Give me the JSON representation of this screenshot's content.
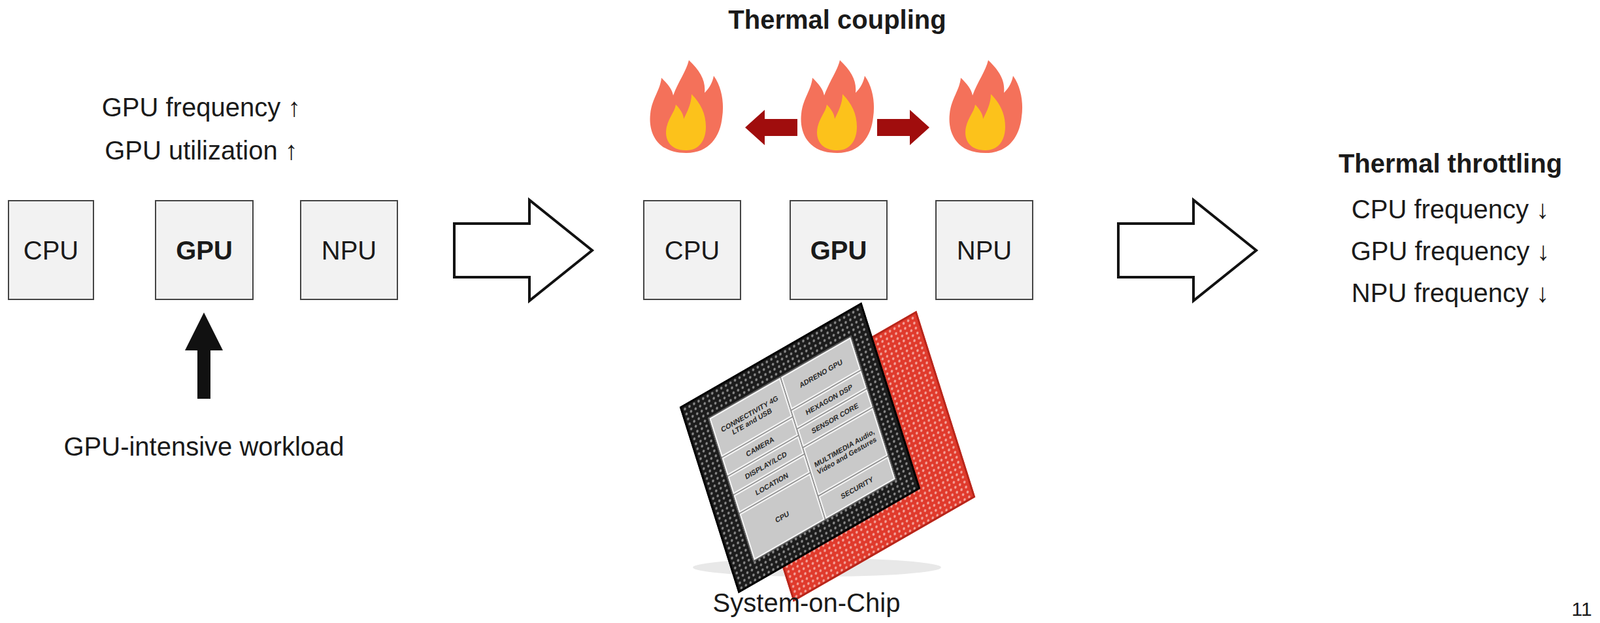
{
  "diagram": {
    "nodes": [
      {
        "text": [
          "CPU"
        ]
      },
      {
        "text": [
          "GPU"
        ]
      },
      {
        "text": [
          "NPU"
        ]
      },
      {
        "text": [
          "CPU"
        ]
      },
      {
        "text": [
          "GPU"
        ]
      },
      {
        "text": [
          "NPU"
        ]
      }
    ],
    "labels": [
      "Thermal coupling",
      "GPU frequency ↑",
      "GPU utilization ↑",
      "GPU-intensive workload",
      "CONNECTIVITY 4G LTE and USB",
      "ADRENO GPU",
      "CAMERA",
      "HEXAGON DSP",
      "DISPLAY/LCD",
      "SENSOR CORE",
      "LOCATION",
      "MULTIMEDIA Audio, Video and Gestures",
      "CPU",
      "SECURITY",
      "System-on-Chip",
      "Thermal throttling",
      "CPU frequency ↓",
      "GPU frequency ↓",
      "NPU frequency ↓",
      "11"
    ]
  }
}
